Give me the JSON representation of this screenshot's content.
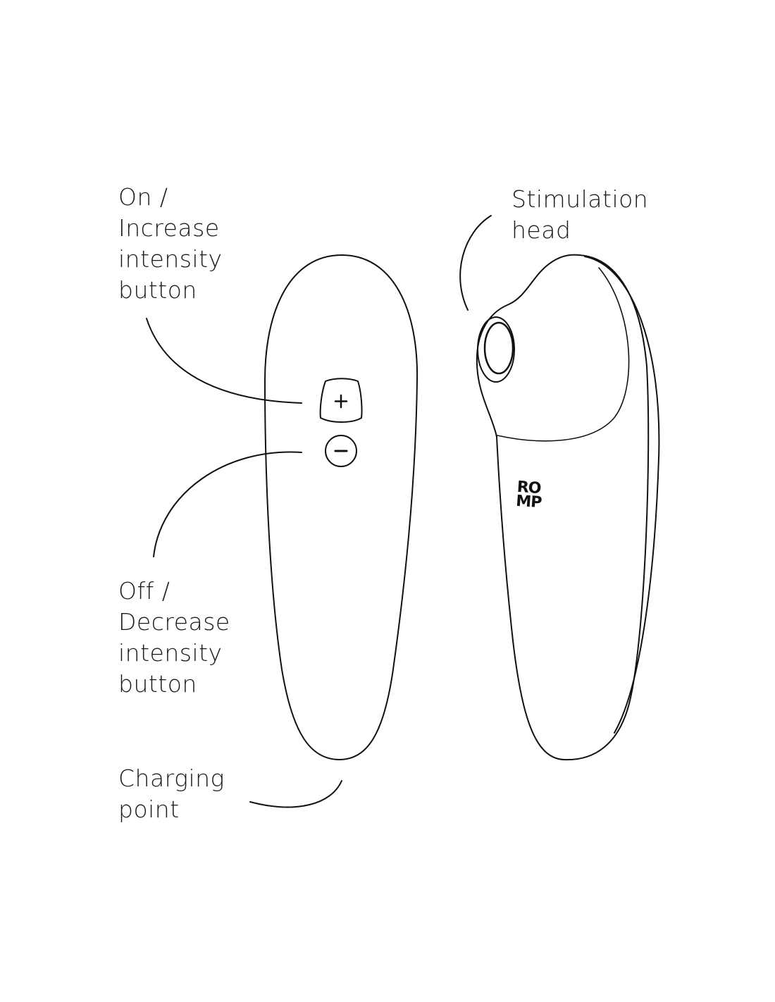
{
  "labels": {
    "increase": [
      "On /",
      "Increase",
      "intensity",
      "button"
    ],
    "decrease": [
      "Off /",
      "Decrease",
      "intensity",
      "button"
    ],
    "charging": [
      "Charging",
      "point"
    ],
    "head": [
      "Stimulation",
      "head"
    ]
  },
  "logo": [
    "RO",
    "MP"
  ],
  "colors": {
    "line": "#111111",
    "background": "#ffffff"
  }
}
